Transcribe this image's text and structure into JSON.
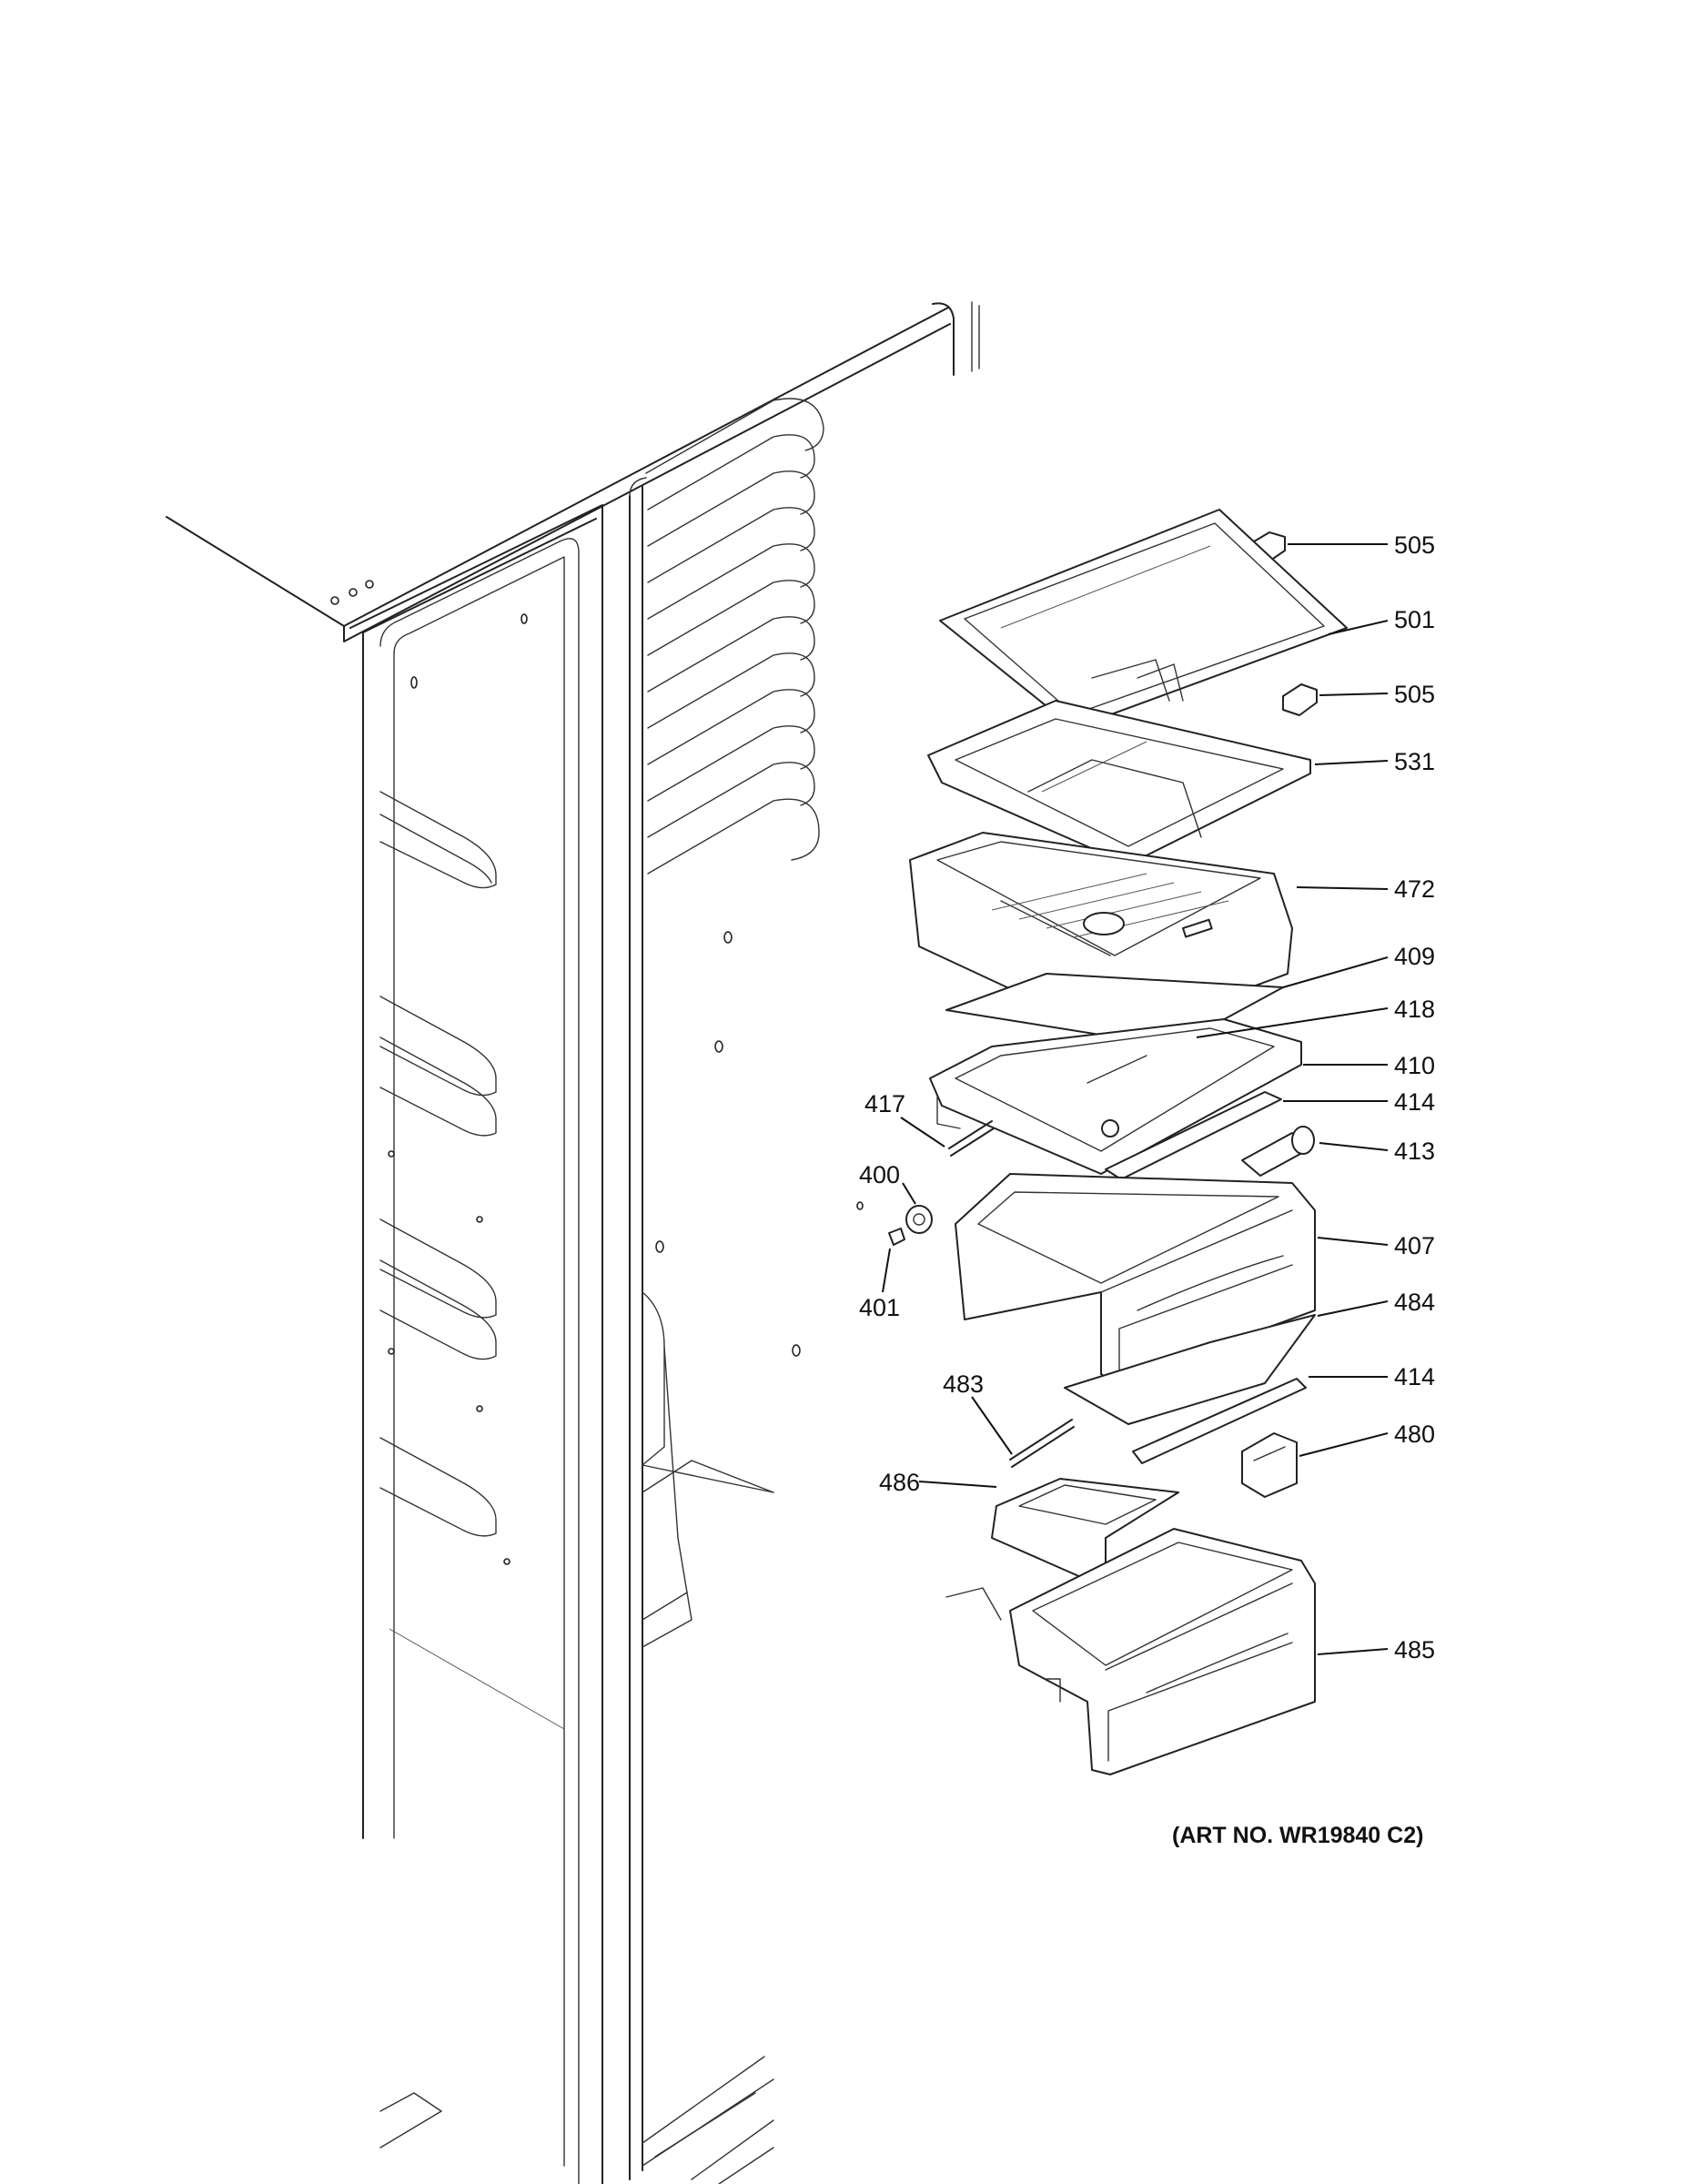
{
  "diagram": {
    "art_number": "(ART NO. WR19840 C2)",
    "callouts": [
      {
        "id": "505a",
        "label": "505"
      },
      {
        "id": "501",
        "label": "501"
      },
      {
        "id": "505b",
        "label": "505"
      },
      {
        "id": "531",
        "label": "531"
      },
      {
        "id": "472",
        "label": "472"
      },
      {
        "id": "409",
        "label": "409"
      },
      {
        "id": "418",
        "label": "418"
      },
      {
        "id": "410",
        "label": "410"
      },
      {
        "id": "414a",
        "label": "414"
      },
      {
        "id": "413",
        "label": "413"
      },
      {
        "id": "417",
        "label": "417"
      },
      {
        "id": "400",
        "label": "400"
      },
      {
        "id": "401",
        "label": "401"
      },
      {
        "id": "407",
        "label": "407"
      },
      {
        "id": "484",
        "label": "484"
      },
      {
        "id": "414b",
        "label": "414"
      },
      {
        "id": "483",
        "label": "483"
      },
      {
        "id": "480",
        "label": "480"
      },
      {
        "id": "486",
        "label": "486"
      },
      {
        "id": "485",
        "label": "485"
      }
    ]
  }
}
